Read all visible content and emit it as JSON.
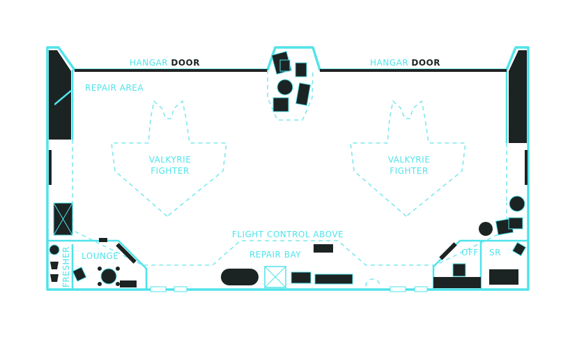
{
  "map": {
    "labels": {
      "hangar_door_left_a": "HANGAR ",
      "hangar_door_left_b": "DOOR",
      "hangar_door_right_a": "HANGAR ",
      "hangar_door_right_b": "DOOR",
      "repair_area": "REPAIR AREA",
      "valkyrie_left_1": "VALKYRIE",
      "valkyrie_left_2": "FIGHTER",
      "valkyrie_right_1": "VALKYRIE",
      "valkyrie_right_2": "FIGHTER",
      "flight_control": "FLIGHT CONTROL ABOVE",
      "repair_bay": "REPAIR BAY",
      "lounge": "LOUNGE",
      "fresher": "FRESHER",
      "off": "OFF",
      "sr": "SR"
    },
    "colors": {
      "wall": "#4fe3ea",
      "furniture": "#1c2323",
      "background": "#ffffff"
    }
  }
}
